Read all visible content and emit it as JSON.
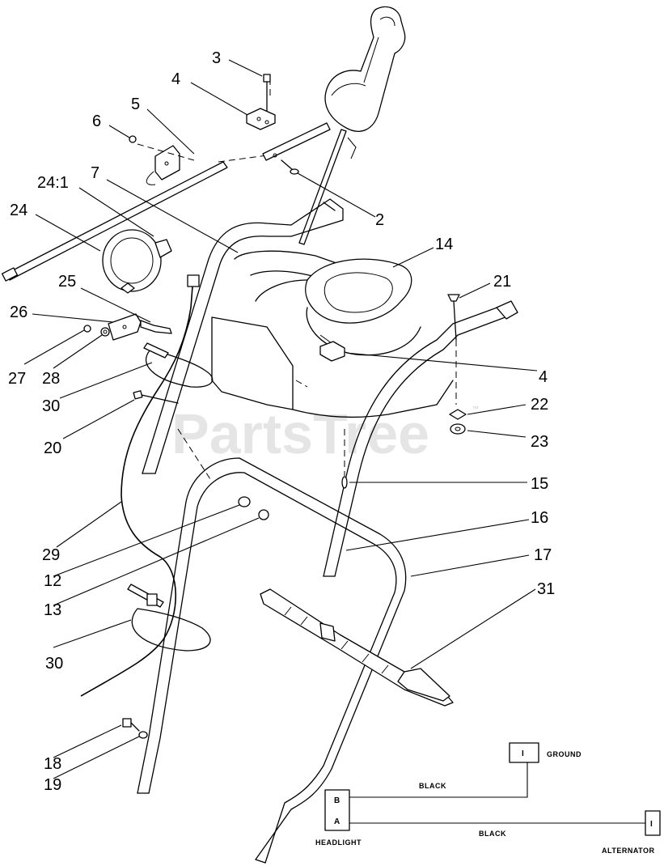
{
  "watermark": {
    "text": "PartsTree",
    "trademark": "™"
  },
  "callouts": [
    {
      "id": "c-3",
      "text": "3"
    },
    {
      "id": "c-4-top",
      "text": "4"
    },
    {
      "id": "c-5",
      "text": "5"
    },
    {
      "id": "c-6",
      "text": "6"
    },
    {
      "id": "c-7",
      "text": "7"
    },
    {
      "id": "c-24-1",
      "text": "24:1"
    },
    {
      "id": "c-24",
      "text": "24"
    },
    {
      "id": "c-2",
      "text": "2"
    },
    {
      "id": "c-14",
      "text": "14"
    },
    {
      "id": "c-21",
      "text": "21"
    },
    {
      "id": "c-25",
      "text": "25"
    },
    {
      "id": "c-26",
      "text": "26"
    },
    {
      "id": "c-27",
      "text": "27"
    },
    {
      "id": "c-28",
      "text": "28"
    },
    {
      "id": "c-4-mid",
      "text": "4"
    },
    {
      "id": "c-30-top",
      "text": "30"
    },
    {
      "id": "c-22",
      "text": "22"
    },
    {
      "id": "c-20",
      "text": "20"
    },
    {
      "id": "c-23",
      "text": "23"
    },
    {
      "id": "c-15",
      "text": "15"
    },
    {
      "id": "c-16",
      "text": "16"
    },
    {
      "id": "c-29",
      "text": "29"
    },
    {
      "id": "c-17",
      "text": "17"
    },
    {
      "id": "c-12",
      "text": "12"
    },
    {
      "id": "c-31",
      "text": "31"
    },
    {
      "id": "c-13",
      "text": "13"
    },
    {
      "id": "c-30-bot",
      "text": "30"
    },
    {
      "id": "c-18",
      "text": "18"
    },
    {
      "id": "c-19",
      "text": "19"
    }
  ],
  "wiring": {
    "ground_label": "GROUND",
    "ground_pin": "I",
    "alternator_label": "ALTERNATOR",
    "alternator_pin": "I",
    "headlight_label": "HEADLIGHT",
    "headlight_pin_b": "B",
    "headlight_pin_a": "A",
    "wire_b_color": "BLACK",
    "wire_a_color": "BLACK"
  }
}
